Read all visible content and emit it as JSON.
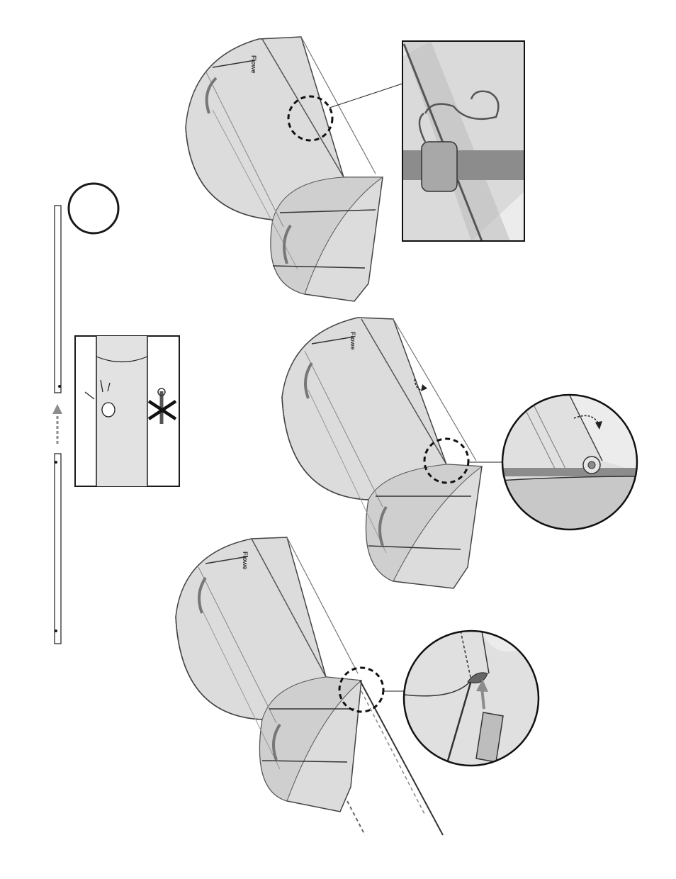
{
  "page": {
    "step_circle_label": "",
    "colors": {
      "ink": "#1a1a1a",
      "cover_fill": "#dcdcdc",
      "cover_shade": "#c6c6c6",
      "detail_bg": "#e6e6e6",
      "pole": "#8a8a8a",
      "arrow": "#8c8c8c"
    }
  },
  "figures": [
    {
      "name": "greenhouse-top",
      "callout": "hook-clip-detail",
      "shape": "square-callout"
    },
    {
      "name": "greenhouse-middle",
      "callout": "roll-up-detail",
      "shape": "round-callout"
    },
    {
      "name": "greenhouse-bottom",
      "callout": "pole-insert-detail",
      "shape": "round-callout"
    }
  ],
  "icons": [
    "pole-assembly-icon",
    "snap-button-icon",
    "do-not-use-tool-icon",
    "dashed-arrow-icon",
    "roll-direction-icon"
  ]
}
